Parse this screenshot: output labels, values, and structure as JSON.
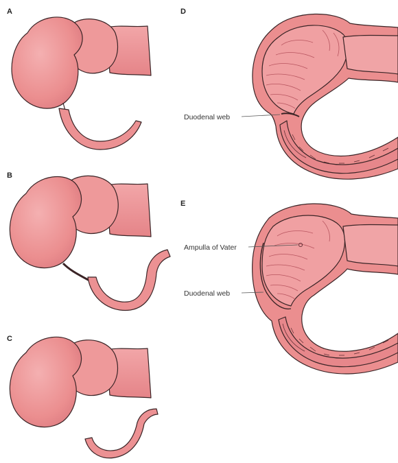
{
  "colors": {
    "tissue_fill": "#eb8e8f",
    "tissue_light": "#f3adae",
    "tissue_dark": "#d6707a",
    "outline": "#3a2426",
    "fold_line": "#b8555f",
    "mucosa_dot": "#5a2a30"
  },
  "panels": {
    "a": {
      "letter": "A"
    },
    "b": {
      "letter": "B"
    },
    "c": {
      "letter": "C"
    },
    "d": {
      "letter": "D",
      "callout": "Duodenal web"
    },
    "e": {
      "letter": "E",
      "callout_ampulla": "Ampulla of Vater",
      "callout_web": "Duodenal web"
    }
  }
}
